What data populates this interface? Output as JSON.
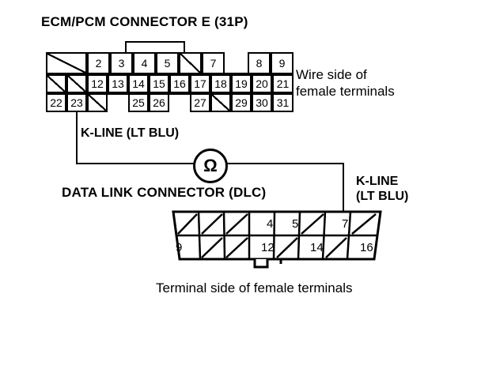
{
  "diagram": {
    "ecm_title": "ECM/PCM CONNECTOR E (31P)",
    "dlc_title": "DATA LINK CONNECTOR (DLC)",
    "wire_side_note": "Wire side of\nfemale terminals",
    "wire_side_line1": "Wire side of",
    "wire_side_line2": "female terminals",
    "terminal_side_note": "Terminal side of female terminals",
    "kline_top_label": "K-LINE (LT BLU)",
    "kline_right_line1": "K-LINE",
    "kline_right_line2": "(LT BLU)",
    "omega_symbol": "Ω",
    "line_color": "#000000",
    "background_color": "#ffffff"
  },
  "ecm_connector": {
    "name": "ECM/PCM CONNECTOR E (31P)",
    "pin_count": 31,
    "rows": [
      {
        "row": 1,
        "cells": [
          {
            "label": "",
            "blank": true
          },
          {
            "label": "2",
            "blank": false
          },
          {
            "label": "3",
            "blank": false
          },
          {
            "label": "4",
            "blank": false
          },
          {
            "label": "5",
            "blank": false
          },
          {
            "label": "",
            "blank": true
          },
          {
            "label": "7",
            "blank": false
          },
          {
            "label": "8",
            "blank": false
          },
          {
            "label": "9",
            "blank": false
          }
        ]
      },
      {
        "row": 2,
        "cells": [
          {
            "label": "",
            "blank": true
          },
          {
            "label": "",
            "blank": true
          },
          {
            "label": "12",
            "blank": false
          },
          {
            "label": "13",
            "blank": false
          },
          {
            "label": "14",
            "blank": false
          },
          {
            "label": "15",
            "blank": false
          },
          {
            "label": "16",
            "blank": false
          },
          {
            "label": "17",
            "blank": false
          },
          {
            "label": "18",
            "blank": false
          },
          {
            "label": "19",
            "blank": false
          },
          {
            "label": "20",
            "blank": false
          },
          {
            "label": "21",
            "blank": false
          }
        ]
      },
      {
        "row": 3,
        "cells": [
          {
            "label": "22",
            "blank": false
          },
          {
            "label": "23",
            "blank": false
          },
          {
            "label": "",
            "blank": true
          },
          {
            "label": "25",
            "blank": false
          },
          {
            "label": "26",
            "blank": false
          },
          {
            "label": "27",
            "blank": false
          },
          {
            "label": "",
            "blank": true
          },
          {
            "label": "29",
            "blank": false
          },
          {
            "label": "30",
            "blank": false
          },
          {
            "label": "31",
            "blank": false
          }
        ]
      }
    ],
    "signal_pin": "23"
  },
  "dlc_connector": {
    "name": "DATA LINK CONNECTOR (DLC)",
    "pin_count": 16,
    "rows": [
      {
        "row": 1,
        "cells": [
          {
            "label": "",
            "blank": true
          },
          {
            "label": "",
            "blank": true
          },
          {
            "label": "",
            "blank": true
          },
          {
            "label": "4",
            "blank": false
          },
          {
            "label": "5",
            "blank": false
          },
          {
            "label": "",
            "blank": true
          },
          {
            "label": "7",
            "blank": false
          },
          {
            "label": "",
            "blank": true
          }
        ]
      },
      {
        "row": 2,
        "cells": [
          {
            "label": "9",
            "blank": false
          },
          {
            "label": "",
            "blank": true
          },
          {
            "label": "",
            "blank": true
          },
          {
            "label": "12",
            "blank": false
          },
          {
            "label": "",
            "blank": true
          },
          {
            "label": "14",
            "blank": false
          },
          {
            "label": "",
            "blank": true
          },
          {
            "label": "16",
            "blank": false
          }
        ]
      }
    ],
    "signal_pin": "7"
  }
}
